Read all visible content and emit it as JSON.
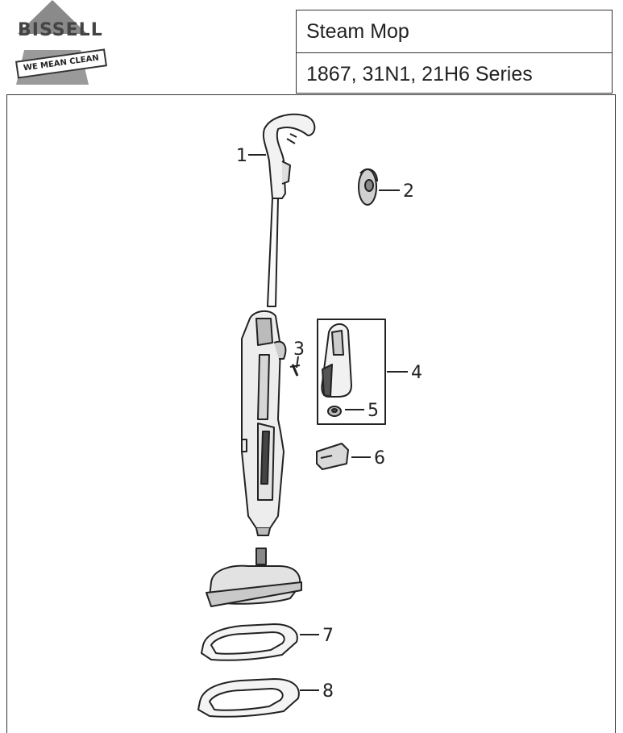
{
  "brand": {
    "name": "BISSELL",
    "tagline": "WE MEAN CLEAN"
  },
  "title": {
    "product": "Steam Mop",
    "series": "1867, 31N1, 21H6 Series"
  },
  "callouts": [
    "1",
    "2",
    "3",
    "4",
    "5",
    "6",
    "7",
    "8"
  ],
  "icons": [
    "bissell-logo-triangle"
  ]
}
